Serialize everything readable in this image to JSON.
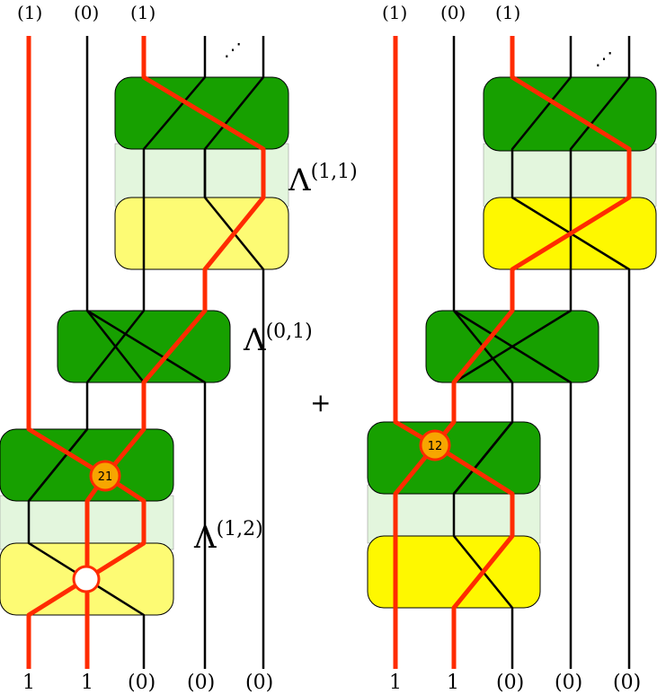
{
  "colors": {
    "dark_green": "#17a000",
    "light_green": "#e3f6dd",
    "yellow_pale": "#fdfb74",
    "yellow_bright": "#fef800",
    "red_line": "#ff2b00",
    "black_line": "#000000",
    "vertex_fill": "#f7a500"
  },
  "left_diagram": {
    "top_labels": [
      "(1)",
      "(0)",
      "(1)"
    ],
    "ellipsis": "⋰",
    "bottom_labels": [
      "1",
      "1",
      "(0)",
      "(0)",
      "(0)"
    ],
    "lambda_1": {
      "base": "Λ",
      "sup": "(1,1)"
    },
    "lambda_2": {
      "base": "Λ",
      "sup": "(0,1)"
    },
    "lambda_3": {
      "base": "Λ",
      "sup": "(1,2)"
    },
    "vertex_label": "21"
  },
  "operator": "+",
  "right_diagram": {
    "top_labels": [
      "(1)",
      "(0)",
      "(1)"
    ],
    "ellipsis": "⋰",
    "bottom_labels": [
      "1",
      "1",
      "(0)",
      "(0)",
      "(0)"
    ],
    "vertex_label": "12"
  }
}
